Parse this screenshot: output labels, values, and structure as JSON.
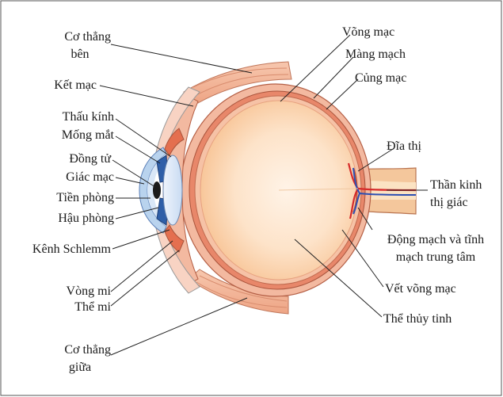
{
  "labels": {
    "co_thang_ben": [
      "Cơ thẳng",
      "bên"
    ],
    "ket_mac": "Kết mạc",
    "thau_kinh": "Thấu kính",
    "mong_mat": "Mống mắt",
    "dong_tu": "Đồng tử",
    "giac_mac": "Giác mạc",
    "tien_phong": "Tiền phòng",
    "hau_phong": "Hậu phòng",
    "kenh_schlemm": "Kênh Schlemm",
    "vong_mi": "Vòng mi",
    "the_mi": "Thể mi",
    "co_thang_giua": [
      "Cơ thẳng",
      "giữa"
    ],
    "vong_mac": "Võng mạc",
    "mang_mach": "Màng mạch",
    "cung_mac": "Củng mạc",
    "dia_thi": "Đĩa thị",
    "than_kinh_thi_giac": [
      "Thần kinh",
      "thị giác"
    ],
    "dong_mach_tinh_mach": [
      "Động mạch và tĩnh",
      "mạch trung tâm"
    ],
    "vet_vong_mac": "Vết võng mạc",
    "the_thuy_tinh": "Thể thủy tinh"
  },
  "colors": {
    "sclera": "#f3b9a0",
    "choroid": "#e98a6b",
    "vitreous_center": "#fde8d4",
    "vitreous_edge": "#f8c79e",
    "lens": "#d6e4f6",
    "iris": "#2f5fa8",
    "cornea": "#b9d3ee",
    "artery": "#d62a2a",
    "vein": "#2c4fb3",
    "optic_nerve": "#f7cfa4",
    "line": "#222222"
  }
}
